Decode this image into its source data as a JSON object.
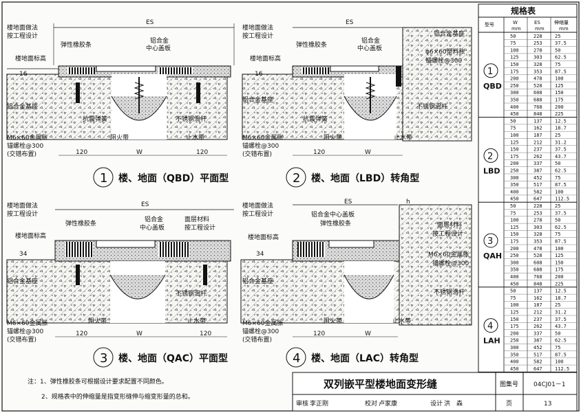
{
  "detail1": {
    "es": "ES",
    "labels": [
      "楼地面做法",
      "按工程设计",
      "弹性橡胶条",
      "铝合金",
      "中心盖板",
      "楼地面标高",
      "铝合金基座",
      "抗震弹簧",
      "不锈钢滑杆",
      "M6×60金属胀",
      "锚螺栓@300",
      "(交错布置)",
      "阻火带",
      "止水带"
    ],
    "dims": [
      "16",
      "120",
      "W",
      "120"
    ],
    "num": "1",
    "caption": "楼、地面（QBD）平面型"
  },
  "detail2": {
    "es": "ES",
    "labels": [
      "楼地面做法",
      "按工程设计",
      "弹性橡胶条",
      "铝合金",
      "中心盖板",
      "楼地面标高",
      "铝合金基座",
      "抗震弹簧",
      "不锈钢滑杆",
      "M6×60金属胀",
      "锚螺栓@300",
      "(交错布置)",
      "阻火带",
      "止水带",
      "铝合金基座",
      "φ6×60塑料胀",
      "锚螺栓@300"
    ],
    "dims": [
      "16",
      "120",
      "W"
    ],
    "num": "2",
    "caption": "楼、地面（LBD）转角型"
  },
  "detail3": {
    "es": "ES",
    "labels": [
      "楼地面做法",
      "按工程设计",
      "弹性橡胶条",
      "铝合金",
      "中心盖板",
      "面层材料",
      "按工程设计",
      "楼地面标高",
      "铝合金基座",
      "不锈钢滑杆",
      "M6×60金属胀",
      "锚螺栓@300",
      "(交错布置)",
      "阻火带",
      "止水带"
    ],
    "dims": [
      "34",
      "120",
      "W",
      "120"
    ],
    "num": "3",
    "caption": "楼、地面（QAC）平面型"
  },
  "detail4": {
    "es": "ES",
    "labels": [
      "楼地面做法",
      "按工程设计",
      "铝合金中心盖板",
      "弹性橡胶条",
      "楼地面标高",
      "面层材料",
      "按工程设计",
      "M6×60金属胀",
      "锚螺栓@300",
      "铝合金基座",
      "不锈钢滑杆",
      "M6×60金属胀",
      "锚螺栓@300",
      "(交错布置)",
      "阻火带",
      "止水带"
    ],
    "dims": [
      "34",
      "120",
      "W",
      "h"
    ],
    "num": "4",
    "caption": "楼、地面（LAC）转角型"
  },
  "spec_table": {
    "title": "规格表",
    "headers": [
      "型号",
      "W",
      "ES",
      "伸缩量"
    ],
    "units": [
      "",
      "mm",
      "mm",
      "mm"
    ],
    "groups": [
      {
        "num": "1",
        "code": "QBD",
        "rows": [
          [
            "50",
            "228",
            "25"
          ],
          [
            "75",
            "253",
            "37.5"
          ],
          [
            "100",
            "278",
            "50"
          ],
          [
            "125",
            "303",
            "62.5"
          ],
          [
            "150",
            "328",
            "75"
          ],
          [
            "175",
            "353",
            "87.5"
          ],
          [
            "200",
            "478",
            "100"
          ],
          [
            "250",
            "528",
            "125"
          ],
          [
            "300",
            "608",
            "150"
          ],
          [
            "350",
            "688",
            "175"
          ],
          [
            "400",
            "768",
            "200"
          ],
          [
            "450",
            "848",
            "225"
          ]
        ]
      },
      {
        "num": "2",
        "code": "LBD",
        "rows": [
          [
            "50",
            "137",
            "12.5"
          ],
          [
            "75",
            "162",
            "18.7"
          ],
          [
            "100",
            "187",
            "25"
          ],
          [
            "125",
            "212",
            "31.2"
          ],
          [
            "150",
            "237",
            "37.5"
          ],
          [
            "175",
            "262",
            "43.7"
          ],
          [
            "200",
            "337",
            "50"
          ],
          [
            "250",
            "387",
            "62.5"
          ],
          [
            "300",
            "452",
            "75"
          ],
          [
            "350",
            "517",
            "87.5"
          ],
          [
            "400",
            "582",
            "100"
          ],
          [
            "450",
            "647",
            "112.5"
          ]
        ]
      },
      {
        "num": "3",
        "code": "QAH",
        "rows": [
          [
            "50",
            "228",
            "25"
          ],
          [
            "75",
            "253",
            "37.5"
          ],
          [
            "100",
            "278",
            "50"
          ],
          [
            "125",
            "303",
            "62.5"
          ],
          [
            "150",
            "328",
            "75"
          ],
          [
            "175",
            "353",
            "87.5"
          ],
          [
            "200",
            "478",
            "100"
          ],
          [
            "250",
            "528",
            "125"
          ],
          [
            "300",
            "608",
            "150"
          ],
          [
            "350",
            "688",
            "175"
          ],
          [
            "400",
            "768",
            "200"
          ],
          [
            "450",
            "848",
            "225"
          ]
        ]
      },
      {
        "num": "4",
        "code": "LAH",
        "rows": [
          [
            "50",
            "137",
            "12.5"
          ],
          [
            "75",
            "162",
            "18.7"
          ],
          [
            "100",
            "187",
            "25"
          ],
          [
            "125",
            "212",
            "31.2"
          ],
          [
            "150",
            "237",
            "37.5"
          ],
          [
            "175",
            "262",
            "43.7"
          ],
          [
            "200",
            "337",
            "50"
          ],
          [
            "250",
            "387",
            "62.5"
          ],
          [
            "300",
            "452",
            "75"
          ],
          [
            "350",
            "517",
            "87.5"
          ],
          [
            "400",
            "582",
            "100"
          ],
          [
            "450",
            "647",
            "112.5"
          ]
        ]
      }
    ]
  },
  "notes": {
    "line1": "注：1、弹性橡胶条可根据设计要求配置不同颜色。",
    "line2": "2、规格表中的伸缩量是指变形缝伸与缩变形量的总和。"
  },
  "title_block": {
    "title": "双列嵌平型楼地面变形缝",
    "atlas_label": "图集号",
    "atlas_no": "04CJ01－1",
    "review_label": "审核",
    "reviewer": "李正刚",
    "check_label": "校对",
    "checker": "卢家康",
    "design_label": "设计",
    "designer": "洪　森",
    "page_label": "页",
    "page_no": "13"
  }
}
